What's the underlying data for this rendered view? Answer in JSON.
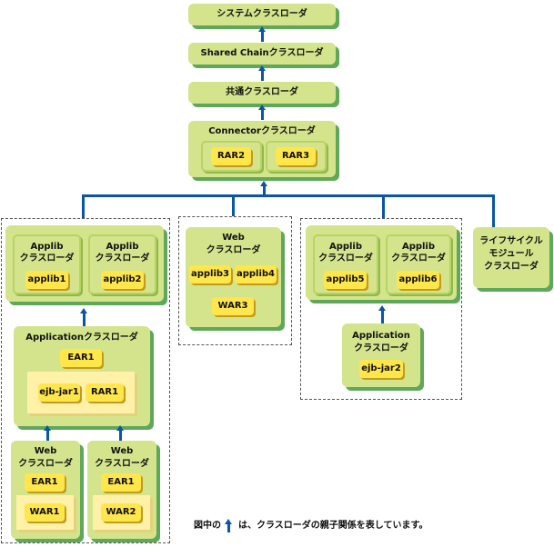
{
  "loaders": {
    "system": "システムクラスローダ",
    "shared_chain": "Shared Chainクラスローダ",
    "common": "共通クラスローダ",
    "connector": {
      "title": "Connectorクラスローダ",
      "rars": [
        "RAR2",
        "RAR3"
      ]
    },
    "group1": {
      "applib_loaders": [
        {
          "line1": "Applib",
          "line2": "クラスローダ",
          "module": "applib1"
        },
        {
          "line1": "Applib",
          "line2": "クラスローダ",
          "module": "applib2"
        }
      ],
      "application": {
        "title": "Applicationクラスローダ",
        "ear": "EAR1",
        "modules": [
          "ejb-jar1",
          "RAR1"
        ]
      },
      "web_loaders": [
        {
          "line1": "Web",
          "line2": "クラスローダ",
          "ear": "EAR1",
          "war": "WAR1"
        },
        {
          "line1": "Web",
          "line2": "クラスローダ",
          "ear": "EAR1",
          "war": "WAR2"
        }
      ]
    },
    "group2": {
      "line1": "Web",
      "line2": "クラスローダ",
      "libs": [
        "applib3",
        "applib4"
      ],
      "war": "WAR3"
    },
    "group3": {
      "applib_loaders": [
        {
          "line1": "Applib",
          "line2": "クラスローダ",
          "module": "applib5"
        },
        {
          "line1": "Applib",
          "line2": "クラスローダ",
          "module": "applib6"
        }
      ],
      "application": {
        "line1": "Application",
        "line2": "クラスローダ",
        "module": "ejb-jar2"
      }
    },
    "lifecycle": {
      "line1": "ライフサイクル",
      "line2": "モジュール",
      "line3": "クラスローダ"
    }
  },
  "legend": {
    "prefix": "図中の",
    "suffix": "は、クラスローダの親子関係を表しています。"
  },
  "colors": {
    "loader": "#d4e48c",
    "chip": "#ffe64a",
    "arrow": "#0a55a8"
  }
}
